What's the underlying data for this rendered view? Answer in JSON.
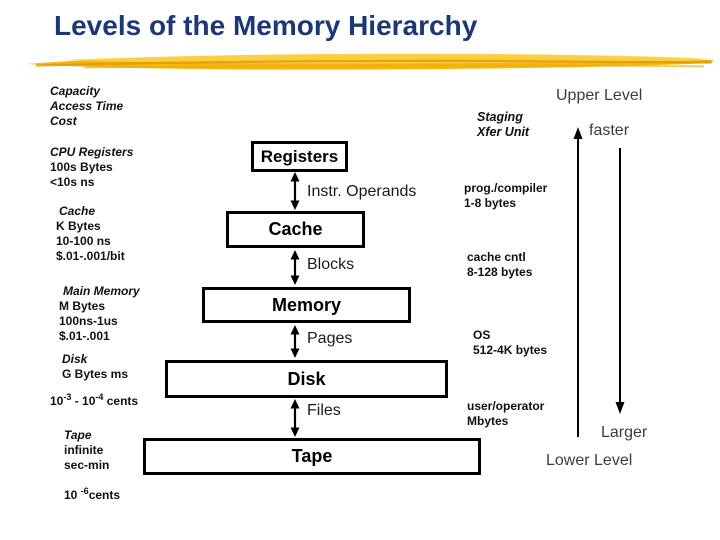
{
  "title": "Levels of the Memory Hierarchy",
  "colors": {
    "title_navy": "#1C3775",
    "brush_gold": "#F6B60E",
    "brush_light": "#FFD24A",
    "brush_dark": "#D99A07",
    "text_black": "#101010",
    "label_gray": "#3C3C3C"
  },
  "left_column": {
    "header_lines": [
      "Capacity",
      "Access Time",
      "Cost"
    ],
    "cpu": {
      "name": "CPU Registers",
      "line1": "100s Bytes",
      "line2": "<10s ns"
    },
    "cache": {
      "name": "Cache",
      "line1": "K Bytes",
      "line2": "10-100 ns",
      "line3": "$.01-.001/bit"
    },
    "memory": {
      "name": "Main Memory",
      "line1": "M Bytes",
      "line2": "100ns-1us",
      "line3": "$.01-.001"
    },
    "disk": {
      "name": "Disk",
      "line1": "G Bytes ms",
      "cost": {
        "b1": "10",
        "s1": "-3",
        "b2": " - 10",
        "s2": "-4",
        "b3": " cents"
      }
    },
    "tape": {
      "name": "Tape",
      "line1": "infinite",
      "line2": "sec-min",
      "cost": {
        "b1": "10 ",
        "s1": "-6",
        "b2": "cents"
      }
    }
  },
  "hierarchy": {
    "boxes": [
      {
        "label": "Registers"
      },
      {
        "label": "Cache"
      },
      {
        "label": "Memory"
      },
      {
        "label": "Disk"
      },
      {
        "label": "Tape"
      }
    ],
    "transfers": [
      {
        "label": "Instr. Operands",
        "unit": "prog./compiler",
        "size": "1-8 bytes"
      },
      {
        "label": "Blocks",
        "unit": "cache cntl",
        "size": "8-128 bytes"
      },
      {
        "label": "Pages",
        "unit": "OS",
        "size": "512-4K bytes"
      },
      {
        "label": "Files",
        "unit": "user/operator",
        "size": "Mbytes"
      }
    ]
  },
  "annotations": {
    "upper_level": "Upper Level",
    "staging_line1": "Staging",
    "staging_line2": "Xfer Unit",
    "faster": "faster",
    "larger": "Larger",
    "lower_level": "Lower Level"
  }
}
